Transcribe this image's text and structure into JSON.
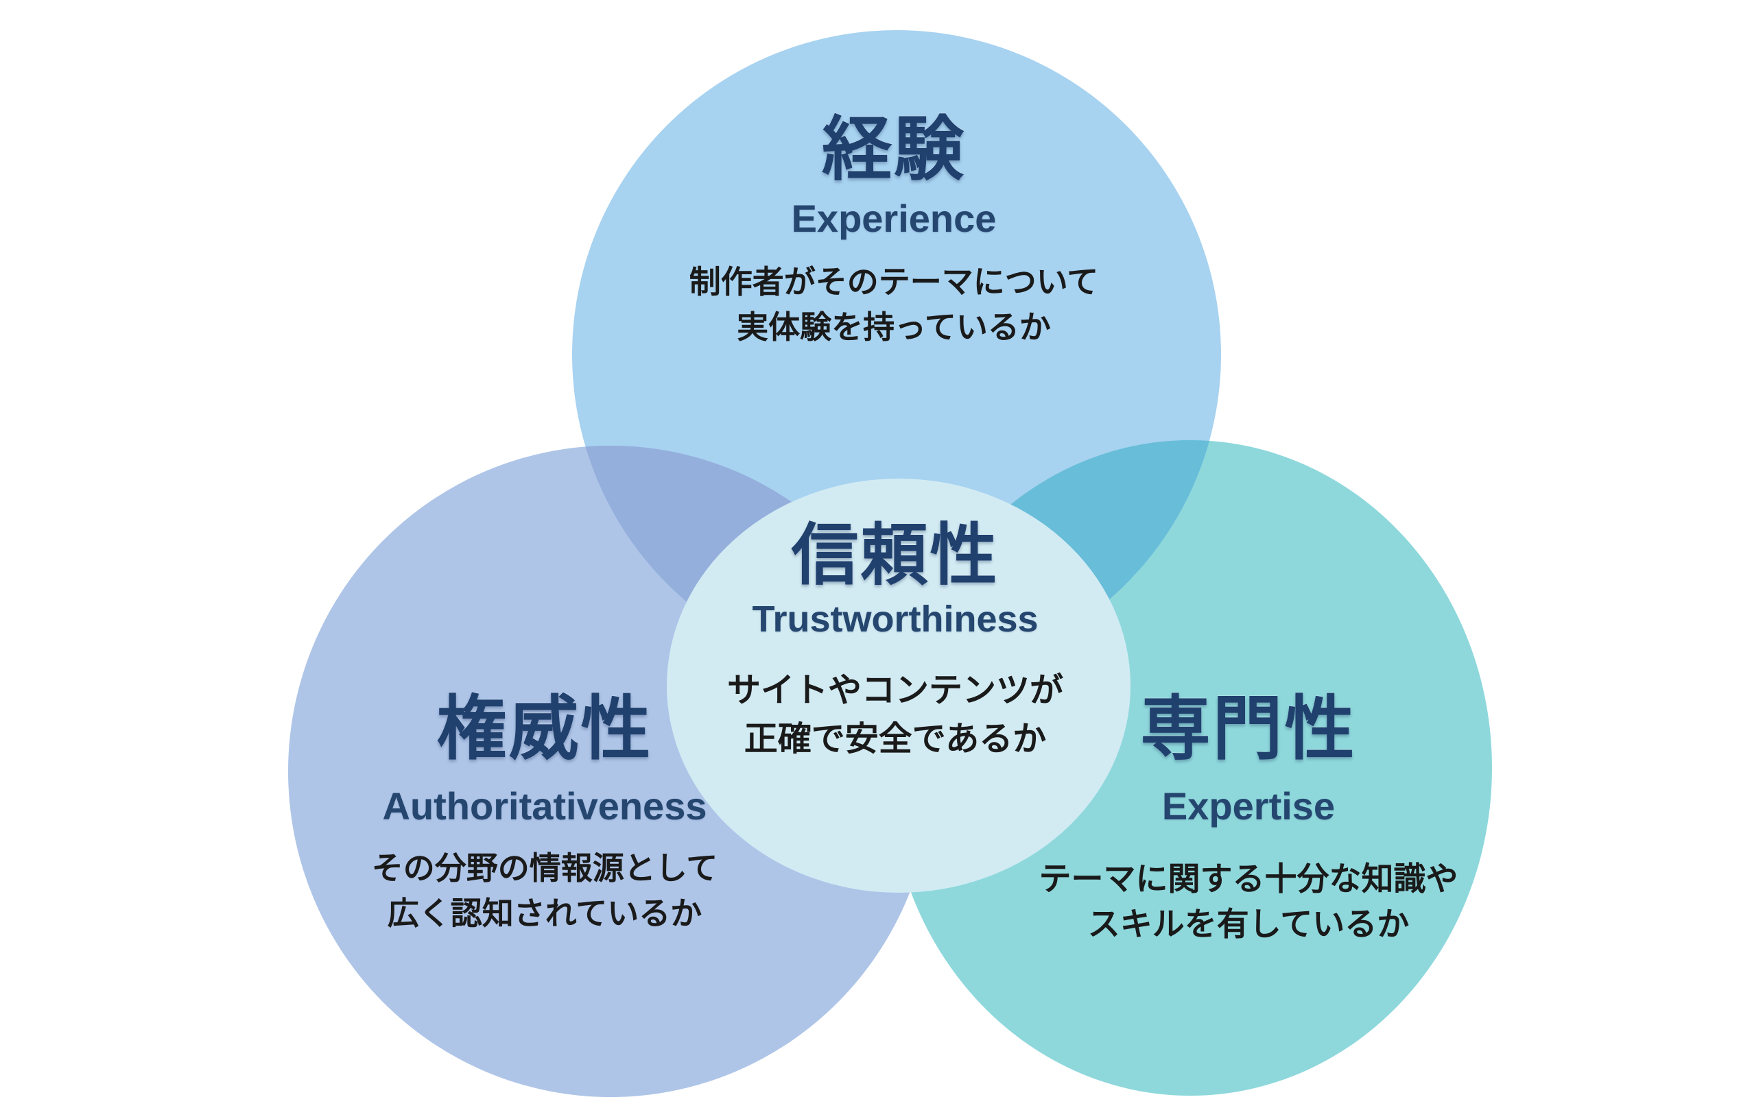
{
  "diagram": {
    "circles": [
      {
        "id": "experience",
        "kanji": "経験",
        "english": "Experience",
        "description_lines": [
          "制作者がそのテーマについて",
          "実体験を持っているか"
        ],
        "color": "#a7d2f0"
      },
      {
        "id": "authoritativeness",
        "kanji": "権威性",
        "english": "Authoritativeness",
        "description_lines": [
          "その分野の情報源として",
          "広く認知されているか"
        ],
        "color": "#aec5e8"
      },
      {
        "id": "expertise",
        "kanji": "専門性",
        "english": "Expertise",
        "description_lines": [
          "テーマに関する十分な知識や",
          "スキルを有しているか"
        ],
        "color": "#8ed8dc"
      },
      {
        "id": "trustworthiness",
        "kanji": "信頼性",
        "english": "Trustworthiness",
        "description_lines": [
          "サイトやコンテンツが",
          "正確で安全であるか"
        ],
        "color": "#d2ebf3"
      }
    ],
    "overlap_colors": {
      "experience_authoritativeness": "#94afdc",
      "experience_expertise": "#68bdd9",
      "authoritativeness_expertise": "#76c1d3"
    },
    "text_colors": {
      "heading": "#20406e",
      "description": "#1a1a1a"
    },
    "background": "#ffffff"
  }
}
